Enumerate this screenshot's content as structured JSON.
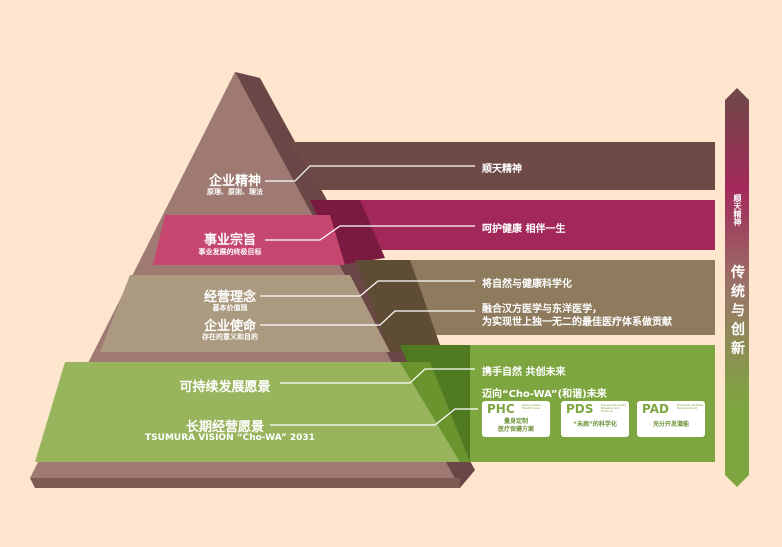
{
  "pyramid": {
    "layers": [
      {
        "title": "企业精神",
        "subtitle": "原理、原则、理法",
        "items": [
          "顺天精神"
        ]
      },
      {
        "title": "事业宗旨",
        "subtitle": "事业发展的终极目标",
        "items": [
          "呵护健康 相伴一生"
        ]
      },
      {
        "title": "经营理念",
        "subtitle": "基本价值观",
        "items": [
          "将自然与健康科学化"
        ]
      },
      {
        "title": "企业使命",
        "subtitle": "存在的意义和目的",
        "items": [
          "融合汉方医学与东洋医学，",
          "为实现世上独一无二的最佳医疗体系做贡献"
        ]
      },
      {
        "title": "可持续发展愿景",
        "items": [
          "携手自然 共创未来"
        ]
      },
      {
        "title": "长期经营愿景",
        "subtitle": "TSUMURA VISION “Cho-WA” 2031",
        "items": [
          "迈向“Cho-WA”(和谐)未来"
        ]
      }
    ],
    "boxes": [
      {
        "code": "PHC",
        "sub": "Personalized Health Care",
        "desc": [
          "量身定制",
          "医疗保健方案"
        ]
      },
      {
        "code": "PDS",
        "sub": "Pre-symptomatic Disease and Science",
        "desc": [
          "“未病”的科学化"
        ]
      },
      {
        "code": "PAD",
        "sub": "Potential Abilities Development",
        "desc": [
          "充分开发潜能"
        ]
      }
    ]
  },
  "arrow": {
    "small": "顺天精神",
    "chars": [
      "传",
      "统",
      "与",
      "创",
      "新"
    ]
  },
  "colors": {
    "background": "#fde6cd",
    "brown": "#6e4a47",
    "magenta": "#a2285a",
    "tan": "#8e7b5e",
    "green": "#7ea640"
  }
}
